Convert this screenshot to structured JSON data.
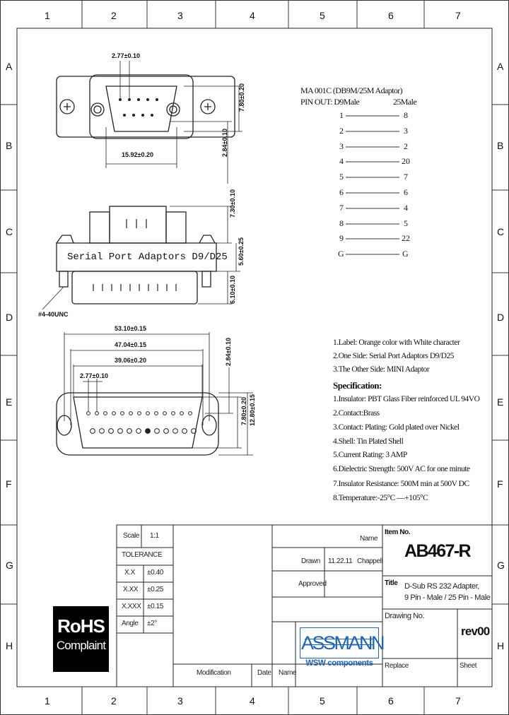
{
  "frame": {
    "columns": [
      "1",
      "2",
      "3",
      "4",
      "5",
      "6",
      "7"
    ],
    "rows": [
      "A",
      "B",
      "C",
      "D",
      "E",
      "F",
      "G",
      "H"
    ]
  },
  "drawing": {
    "dims_top": {
      "pitch": "2.77±0.10",
      "width": "15.92±0.20",
      "height_a": "7.80±0.20",
      "height_b": "2.84±0.10"
    },
    "dims_side": {
      "h1": "7.30±0.10",
      "h2": "5.60±0.25",
      "h3": "6.10±0.10",
      "screw": "#4-40UNC",
      "body_label": "Serial Port Adaptors D9/D25"
    },
    "dims_bottom": {
      "w1": "53.10±0.15",
      "w2": "47.04±0.15",
      "w3": "39.06±0.20",
      "pitch": "2.77±0.10",
      "h1": "2.84±0.10",
      "h2": "7.80±0.20",
      "h3": "12.80±0.15"
    }
  },
  "pinout": {
    "title": "MA 001C (DB9M/25M Adaptor)",
    "header_left": "PIN OUT: D9Male",
    "header_right": "25Male",
    "pairs": [
      {
        "d9": "1",
        "d25": "8"
      },
      {
        "d9": "2",
        "d25": "3"
      },
      {
        "d9": "3",
        "d25": "2"
      },
      {
        "d9": "4",
        "d25": "20"
      },
      {
        "d9": "5",
        "d25": "7"
      },
      {
        "d9": "6",
        "d25": "6"
      },
      {
        "d9": "7",
        "d25": "4"
      },
      {
        "d9": "8",
        "d25": "5"
      },
      {
        "d9": "9",
        "d25": "22"
      },
      {
        "d9": "G",
        "d25": "G"
      }
    ]
  },
  "notes": {
    "label_lines": [
      "1.Label: Orange color with White character",
      "2.One Side: Serial Port Adaptors D9/D25",
      "3.The Other Side: MINI Adaptor"
    ],
    "spec_heading": "Specification:",
    "spec_lines": [
      "1.Insulator: PBT Glass Fiber reinforced UL 94VO",
      "2.Contact:Brass",
      "3.Contact: Plating: Gold plated over Nickel",
      "4.Shell: Tin Plated Shell",
      "5.Current Rating: 3 AMP",
      "6.Dielectric Strength: 500V AC for one minute",
      "7.Insulator Resistance: 500M min at 500V DC",
      "8.Temperature:-25°C  —+105°C"
    ]
  },
  "rohs": {
    "line1": "RoHS",
    "line2": "Complaint"
  },
  "title_block": {
    "scale_label": "Scale",
    "scale_value": "1:1",
    "tolerance_label": "TOLERANCE",
    "tolerances": [
      {
        "label": "X.X",
        "value": "±0.40"
      },
      {
        "label": "X.XX",
        "value": "±0.25"
      },
      {
        "label": "X.XXX",
        "value": "±0.15"
      },
      {
        "label": "Angle",
        "value": "±2°"
      }
    ],
    "name_label": "Name",
    "drawn_label": "Drawn",
    "drawn_date": "11.22.11",
    "drawn_name": "Chappell",
    "approved_label": "Approved",
    "item_no_label": "Item No.",
    "item_no": "AB467-R",
    "title_label": "Title",
    "title_line1": "D-Sub RS 232 Adapter,",
    "title_line2": "9 Pin - Male / 25 Pin - Male",
    "drawing_no_label": "Drawing No.",
    "revision": "rev00",
    "logo_main": "ASSMANN",
    "logo_sub": "WSW components",
    "replace_label": "Replace",
    "sheet_label": "Sheet",
    "footer_modification": "Modification",
    "footer_date": "Date",
    "footer_name": "Name"
  }
}
